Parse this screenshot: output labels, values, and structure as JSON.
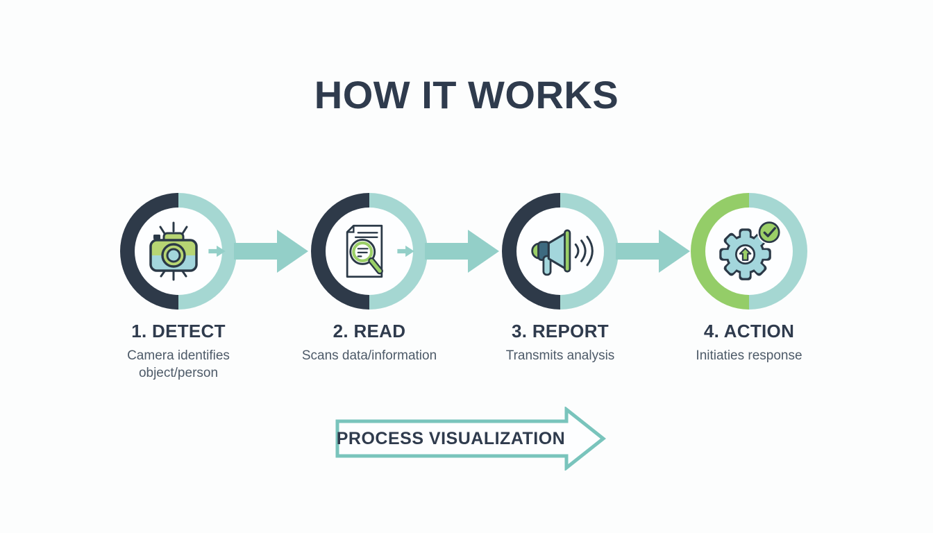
{
  "title": "HOW IT WORKS",
  "steps": [
    {
      "label": "1. DETECT",
      "description": "Camera identifies object/person",
      "icon": "camera-icon"
    },
    {
      "label": "2. READ",
      "description": "Scans data/information",
      "icon": "document-magnifier-icon"
    },
    {
      "label": "3. REPORT",
      "description": "Transmits analysis",
      "icon": "megaphone-icon"
    },
    {
      "label": "4. ACTION",
      "description": "Initiaties response",
      "icon": "gear-check-icon"
    }
  ],
  "banner": {
    "label": "PROCESS VISUALIZATION"
  },
  "colors": {
    "ink": "#2b3947",
    "ring_dark": "#2e3a49",
    "ring_teal": "#a5d7d2",
    "ring_green": "#94cd68",
    "arrow_teal": "#93cfc8",
    "icon_teal": "#a3d6dc",
    "green": "#9bcf67",
    "green_light": "#b7d573",
    "slate": "#3d6a80",
    "title_text": "#2f3b4d",
    "subtitle_text": "#4d5a68",
    "paper": "#fdfeff",
    "background": "#fcfdfd",
    "banner_stroke": "#79c4bc"
  }
}
